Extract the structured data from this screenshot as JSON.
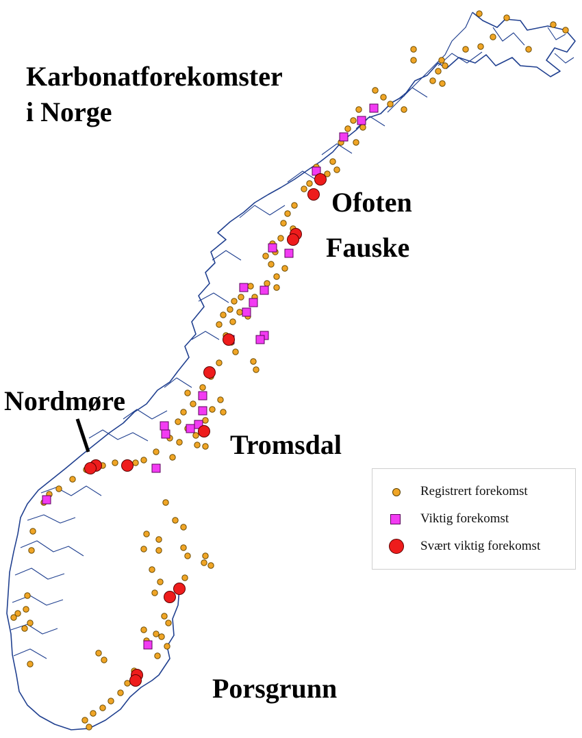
{
  "title": {
    "line1": "Karbonatforekomster",
    "line2": "i Norge"
  },
  "regions": {
    "ofoten": "Ofoten",
    "fauske": "Fauske",
    "nordmore": "Nordmøre",
    "tromsdal": "Tromsdal",
    "porsgrunn": "Porsgrunn"
  },
  "legend": {
    "registered": "Registrert forekomst",
    "important": "Viktig forekomst",
    "very_important": "Svært viktig forekomst"
  },
  "colors": {
    "coastline": "#1f3f8f",
    "registered": "#f0a526",
    "important": "#f23bf2",
    "very_important": "#ee1c1c"
  }
}
